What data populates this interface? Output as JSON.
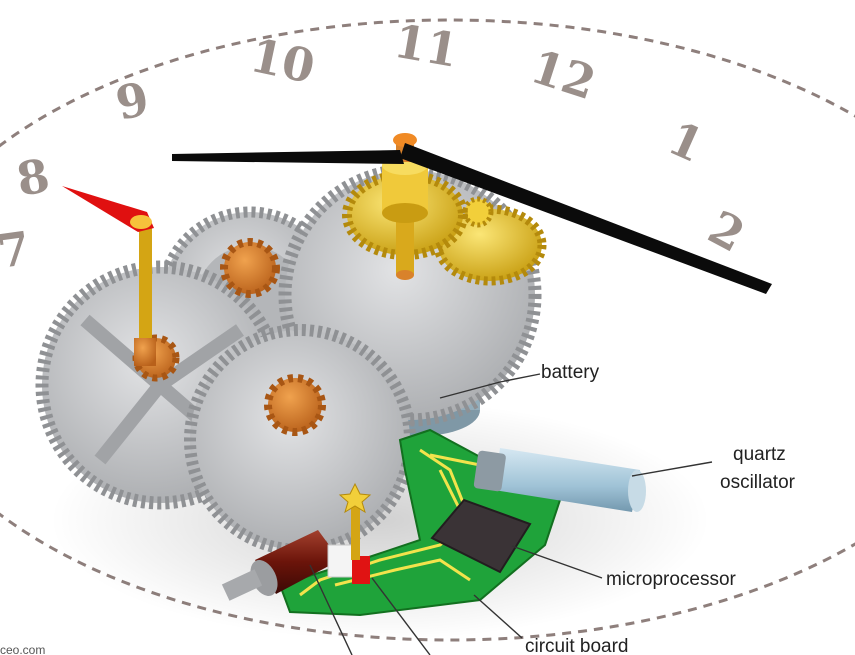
{
  "dial": {
    "numerals": [
      "7",
      "8",
      "9",
      "10",
      "11",
      "12",
      "1",
      "2"
    ]
  },
  "callouts": {
    "battery": "battery",
    "quartz_line1": "quartz",
    "quartz_line2": "oscillator",
    "microprocessor": "microprocessor",
    "circuit_board": "circuit board"
  },
  "watermark": "ceo.com",
  "colors": {
    "gear_gray": "#c9cbce",
    "gear_gold": "#e8c21f",
    "pinion_orange": "#d9822b",
    "hand_black": "#0b0b0b",
    "second_hand_red": "#e01010",
    "board_green": "#1fa33a",
    "chip_dark": "#3a3336",
    "coil_brown": "#7a1c10",
    "oscillator_blue": "#a9c9dc",
    "battery_blue": "#a9bfcb"
  }
}
